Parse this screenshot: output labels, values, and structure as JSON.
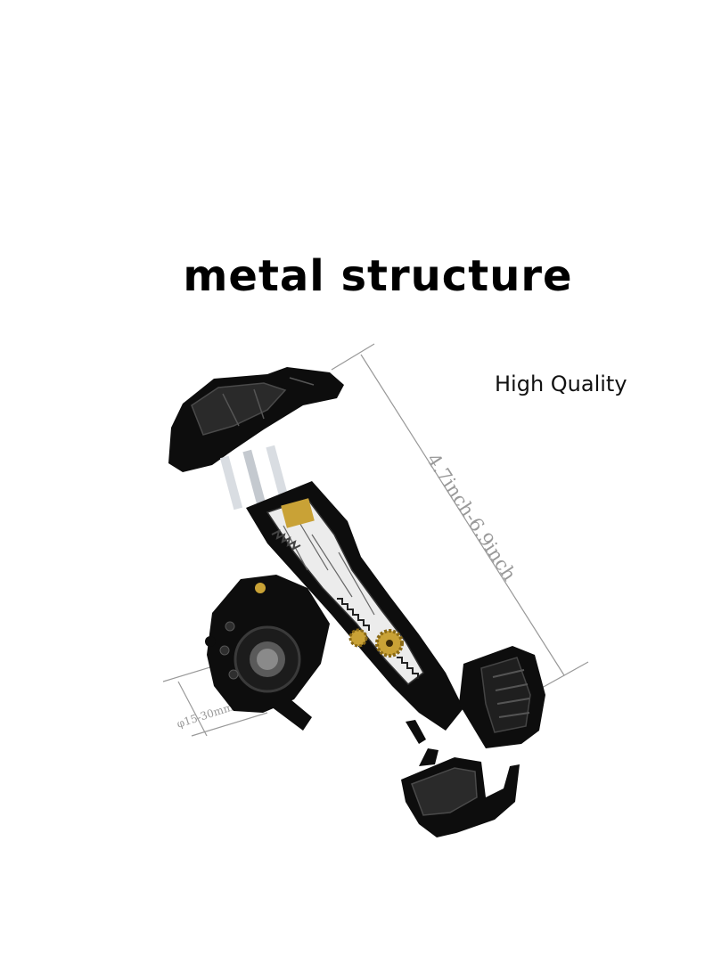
{
  "headline": "metal structure",
  "subheadline": "High Quality",
  "dimension_range": "4.7inch-6.9inch",
  "clamp_range": "φ15-30mm",
  "colors": {
    "background": "#ffffff",
    "body": "#0d0d0d",
    "metal_accent": "#c9a236",
    "dimension_lines": "#999999"
  }
}
